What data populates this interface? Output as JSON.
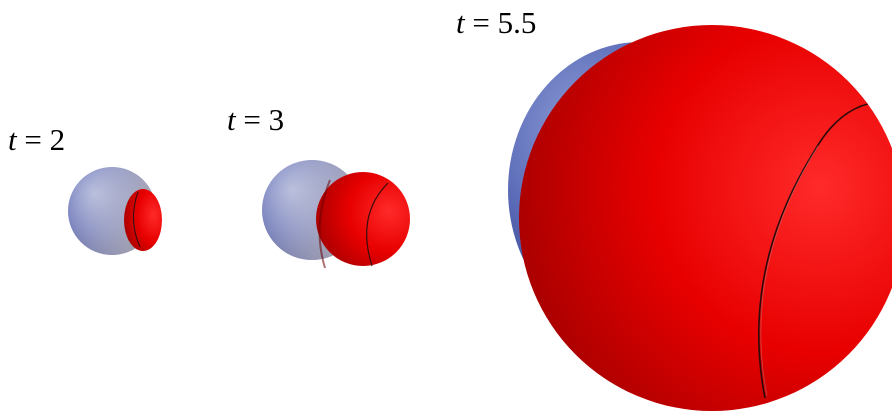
{
  "figure": {
    "panels": [
      {
        "id": "t2",
        "var": "t",
        "eq": " = ",
        "value": "2"
      },
      {
        "id": "t3",
        "var": "t",
        "eq": " = ",
        "value": "3"
      },
      {
        "id": "t55",
        "var": "t",
        "eq": " = ",
        "value": "5.5"
      }
    ]
  },
  "colors": {
    "blue_sphere": "#4a5bb0",
    "red_sphere": "#ff0000",
    "seam": "#1a1a1a",
    "background": "#ffffff"
  }
}
